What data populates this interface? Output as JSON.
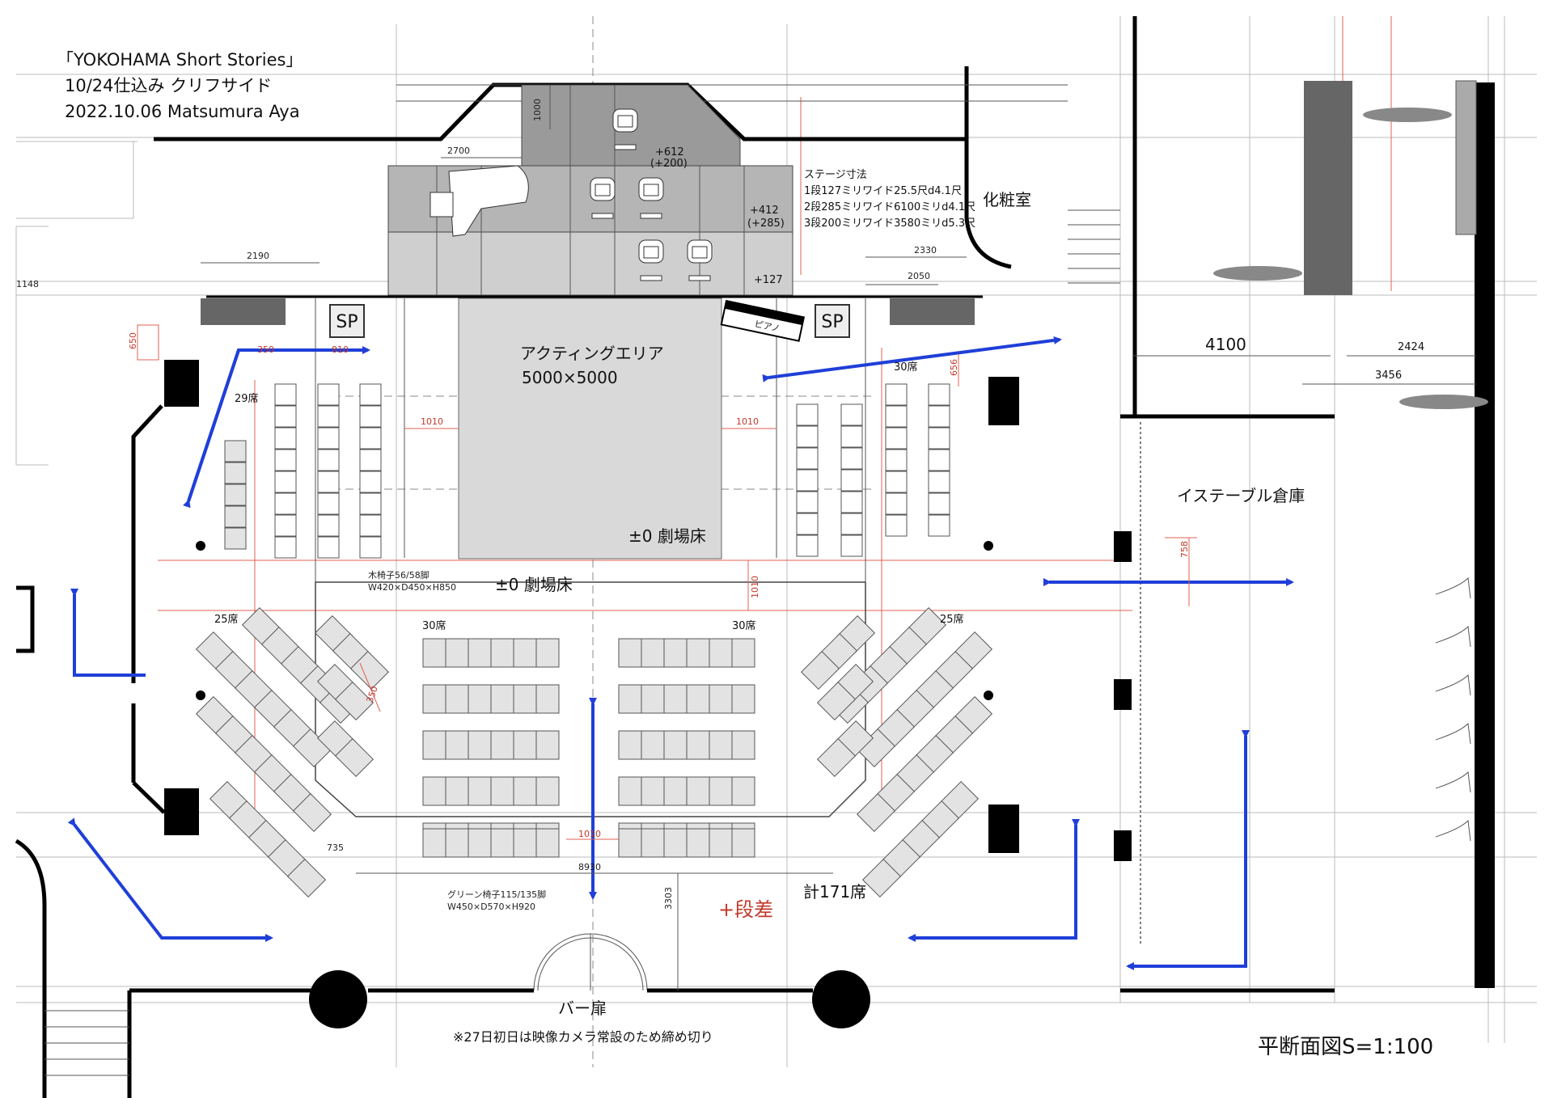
{
  "header": {
    "line1": "「YOKOHAMA Short Stories」",
    "line2": "10/24仕込み クリフサイド",
    "line3": "2022.10.06 Matsumura Aya"
  },
  "stage": {
    "dims_title": "ステージ寸法",
    "dims_1": "1段127ミリワイド25.5尺d4.1尺",
    "dims_2": "2段285ミリワイド6100ミリd4.1尺",
    "dims_3": "3段200ミリワイド3580ミリd5.3尺",
    "h1": "+612",
    "h1b": "(+200)",
    "h2": "+412",
    "h2b": "(+285)",
    "h3": "+127",
    "piano_label": "ピアノ",
    "sp": "SP"
  },
  "rooms": {
    "dressing": "化粧室",
    "storage": "イステーブル倉庫",
    "acting_area": "アクティングエリア",
    "acting_size": "5000×5000",
    "floor_stage": "±0 劇場床",
    "floor_main": "±0 劇場床",
    "bar_door": "バー扉",
    "level_diff": "+段差"
  },
  "seats": {
    "s29": "29席",
    "s30_right": "30席",
    "s25_left": "25席",
    "s30_center_l": "30席",
    "s30_center_r": "30席",
    "s25_right": "25席",
    "total": "計171席",
    "wood_chair_1": "木椅子56/58脚",
    "wood_chair_2": "W420×D450×H850",
    "green_chair_1": "グリーン椅子115/135脚",
    "green_chair_2": "W450×D570×H920"
  },
  "dimensions": {
    "d1000": "1000",
    "d2700": "2700",
    "d2190": "2190",
    "d2330": "2330",
    "d2050": "2050",
    "d1148": "1148",
    "d4100": "4100",
    "d2424": "2424",
    "d3456": "3456",
    "d1010a": "1010",
    "d1010b": "1010",
    "d1010c": "1010",
    "d1010d": "1010",
    "d650": "650",
    "d656": "656",
    "d350": "350",
    "d350b": "350",
    "d810": "810",
    "d758": "758",
    "d735": "735",
    "d8930": "8930",
    "d3303": "3303"
  },
  "notes": {
    "camera": "※27日初日は映像カメラ常設のため締め切り",
    "scale": "平断面図S=1:100"
  },
  "colors": {
    "arrow": "#1f3fd8",
    "dimension_red": "#c0392b",
    "stage_dark": "#9a9a9a",
    "stage_mid": "#b5b5b5",
    "stage_light": "#cfcfcf",
    "acting": "#d9d9d9"
  }
}
